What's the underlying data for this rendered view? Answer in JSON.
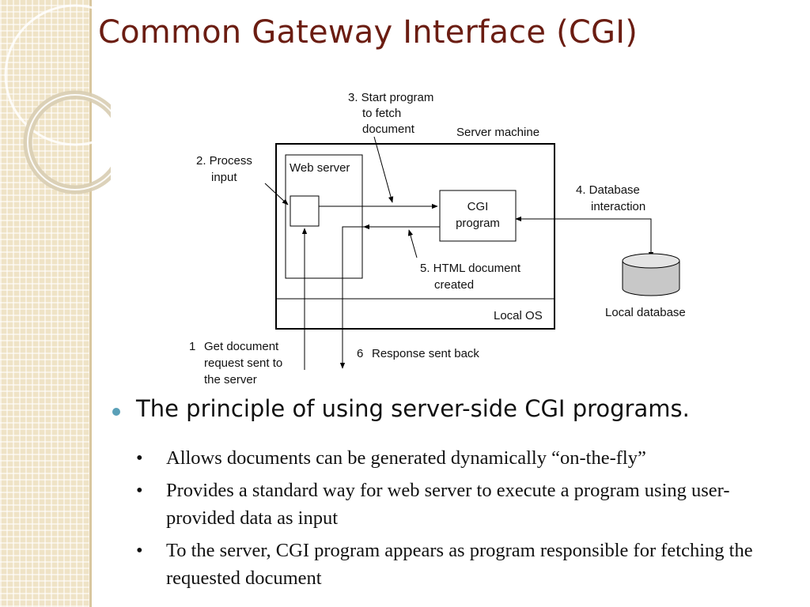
{
  "title": "Common Gateway Interface (CGI)",
  "diagram": {
    "server_machine": "Server machine",
    "web_server": "Web server",
    "cgi_program": [
      "CGI",
      "program"
    ],
    "local_os": "Local OS",
    "local_database": "Local database",
    "step1": [
      "1",
      "Get document",
      "request sent to",
      "the server"
    ],
    "step2": [
      "2. Process",
      "input"
    ],
    "step3": [
      "3. Start program",
      "to fetch",
      "document"
    ],
    "step4": [
      "4. Database",
      "interaction"
    ],
    "step5": [
      "5. HTML document",
      "created"
    ],
    "step6": [
      "6",
      "Response sent back"
    ]
  },
  "main_bullet": "The principle of using server-side CGI programs.",
  "sub_bullets": [
    {
      "bullet": "•",
      "text": "Allows documents can be generated dynamically “on-the-fly”"
    },
    {
      "bullet": "•",
      "text": "Provides a standard way for web server to execute a program using user-provided data as input"
    },
    {
      "bullet": "•",
      "text": "To the server, CGI program appears as program responsible for fetching the requested document"
    }
  ],
  "colors": {
    "title": "#6b1d12",
    "bullet": "#5aa0b8",
    "strip": "#efe3c6"
  }
}
